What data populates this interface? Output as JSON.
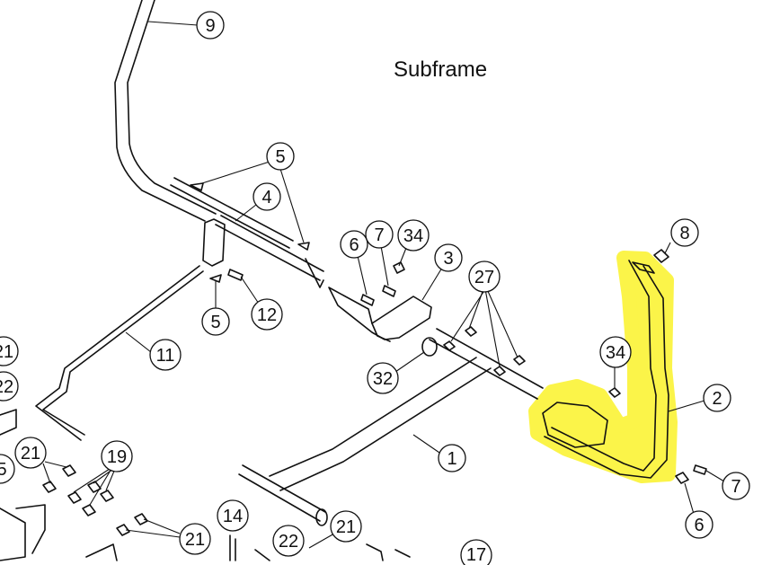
{
  "title": "Subframe",
  "highlight_color": "#fbf43a",
  "callouts": [
    {
      "id": "c9",
      "label": "9"
    },
    {
      "id": "c5a",
      "label": "5"
    },
    {
      "id": "c4",
      "label": "4"
    },
    {
      "id": "c6a",
      "label": "6"
    },
    {
      "id": "c7a",
      "label": "7"
    },
    {
      "id": "c34a",
      "label": "34"
    },
    {
      "id": "c3",
      "label": "3"
    },
    {
      "id": "c27",
      "label": "27"
    },
    {
      "id": "c8",
      "label": "8"
    },
    {
      "id": "c5b",
      "label": "5"
    },
    {
      "id": "c12",
      "label": "12"
    },
    {
      "id": "c11",
      "label": "11"
    },
    {
      "id": "c32",
      "label": "32"
    },
    {
      "id": "c34b",
      "label": "34"
    },
    {
      "id": "c2",
      "label": "2"
    },
    {
      "id": "c1",
      "label": "1"
    },
    {
      "id": "c7b",
      "label": "7"
    },
    {
      "id": "c6b",
      "label": "6"
    },
    {
      "id": "c21a",
      "label": "21"
    },
    {
      "id": "c22a",
      "label": "22"
    },
    {
      "id": "c21b",
      "label": "21"
    },
    {
      "id": "c19",
      "label": "19"
    },
    {
      "id": "c25",
      "label": "5"
    },
    {
      "id": "c14",
      "label": "14"
    },
    {
      "id": "c21c",
      "label": "21"
    },
    {
      "id": "c22b",
      "label": "22"
    },
    {
      "id": "c21d",
      "label": "21"
    },
    {
      "id": "c17",
      "label": "17"
    }
  ]
}
